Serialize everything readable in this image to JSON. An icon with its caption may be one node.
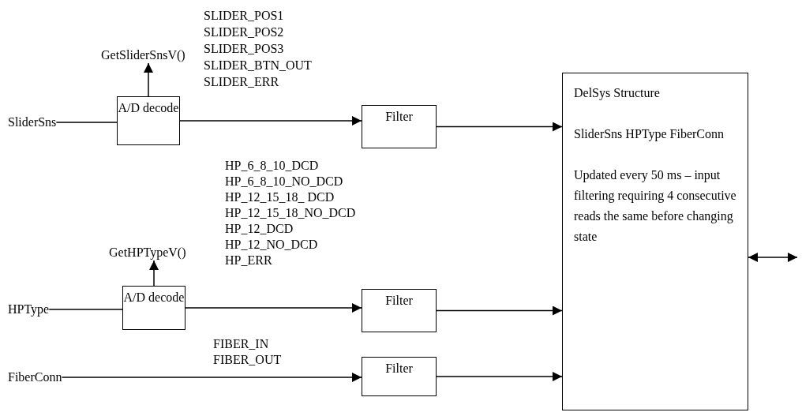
{
  "diagram": {
    "nodes": [
      {
        "text": [
          "SliderSns"
        ]
      },
      {
        "text": [
          "A/D decode"
        ]
      },
      {
        "text": [
          "GetSliderSnsV()"
        ]
      },
      {
        "text": [
          "Filter"
        ]
      },
      {
        "text": [
          "HPType"
        ]
      },
      {
        "text": [
          "A/D decode"
        ]
      },
      {
        "text": [
          "GetHPTypeV()"
        ]
      },
      {
        "text": [
          "Filter"
        ]
      },
      {
        "text": [
          "FiberConn"
        ]
      },
      {
        "text": [
          "Filter"
        ]
      },
      {
        "text": [
          "DelSys Structure",
          "SliderSns HPType FiberConn",
          "Updated every 50 ms – input filtering requiring 4 consecutive reads the same before changing state"
        ]
      }
    ],
    "edges": [
      {
        "from": 0,
        "to": 1,
        "arrow": "none"
      },
      {
        "from": 1,
        "to": 2,
        "arrow": "to"
      },
      {
        "from": 1,
        "to": 3,
        "arrow": "to"
      },
      {
        "from": 3,
        "to": 10,
        "arrow": "to"
      },
      {
        "from": 4,
        "to": 5,
        "arrow": "none"
      },
      {
        "from": 5,
        "to": 6,
        "arrow": "to"
      },
      {
        "from": 5,
        "to": 7,
        "arrow": "to"
      },
      {
        "from": 7,
        "to": 10,
        "arrow": "to"
      },
      {
        "from": 8,
        "to": 9,
        "arrow": "to"
      },
      {
        "from": 9,
        "to": 10,
        "arrow": "to"
      },
      {
        "from": 10,
        "to": null,
        "arrow": "both"
      }
    ],
    "labels": [
      "SLIDER_POS1",
      "SLIDER_POS2",
      "SLIDER_POS3",
      "SLIDER_BTN_OUT",
      "SLIDER_ERR",
      "HP_6_8_10_DCD",
      "HP_6_8_10_NO_DCD",
      "HP_12_15_18_ DCD",
      "HP_12_15_18_NO_DCD",
      "HP_12_DCD",
      "HP_12_NO_DCD",
      "HP_ERR",
      "FIBER_IN",
      "FIBER_OUT"
    ]
  }
}
